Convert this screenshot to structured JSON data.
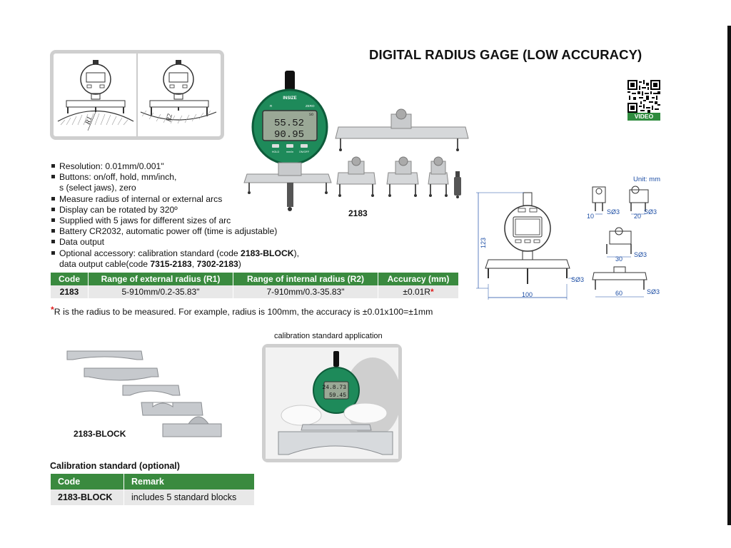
{
  "title": "DIGITAL RADIUS GAGE (LOW ACCURACY)",
  "video_label": "VIDEO",
  "features": [
    {
      "parts": [
        "Resolution: 0.01mm/0.001\""
      ]
    },
    {
      "parts": [
        "Buttons: on/off, hold, mm/inch,"
      ]
    },
    {
      "parts": [
        "s (select jaws), zero"
      ],
      "continuation": true
    },
    {
      "parts": [
        "Measure radius of internal or external arcs"
      ]
    },
    {
      "parts": [
        "Display can be rotated by 320º"
      ]
    },
    {
      "parts": [
        "Supplied with 5 jaws for different sizes of arc"
      ]
    },
    {
      "parts": [
        "Battery CR2032, automatic power off (time is adjustable)"
      ]
    },
    {
      "parts": [
        "Data output"
      ]
    },
    {
      "parts": [
        "Optional accessory: calibration standard (code ",
        "2183-BLOCK",
        "),"
      ]
    },
    {
      "parts": [
        "data output cable(code ",
        "7315-2183",
        ", ",
        "7302-2183",
        ")"
      ],
      "continuation": true
    }
  ],
  "spec_table": {
    "headers": [
      "Code",
      "Range of external radius (R1)",
      "Range of internal radius (R2)",
      "Accuracy (mm)"
    ],
    "rows": [
      [
        "2183",
        "5-910mm/0.2-35.83\"",
        "7-910mm/0.3-35.83\"",
        "±0.01R"
      ]
    ],
    "accuracy_mark": "*"
  },
  "note": {
    "mark": "*",
    "text": "R is the radius to be measured. For example, radius is 100mm, the accuracy is ±0.01x100=±1mm"
  },
  "product_code": "2183",
  "product_image": {
    "display_top": "55.52",
    "display_bottom": "90.95",
    "display_units": "SO",
    "brand": "INSIZE",
    "button_left": "R",
    "button_right": "ZERO",
    "button_1": "HOLD",
    "button_2": "mm/in",
    "button_3": "ON/OFF"
  },
  "schematic": {
    "label_r1": "R1",
    "label_r2": "R2"
  },
  "dimensions": {
    "unit_label": "Unit: mm",
    "height": "123",
    "width": "100",
    "tip": "SØ3",
    "jaw_widths": [
      "10",
      "20",
      "30",
      "60"
    ]
  },
  "calibration": {
    "caption": "calibration standard application",
    "block_label": "2183-BLOCK",
    "display_top": "24.8.73",
    "display_bottom": "59.45",
    "section_title": "Calibration standard (optional)",
    "headers": [
      "Code",
      "Remark"
    ],
    "rows": [
      [
        "2183-BLOCK",
        "includes 5 standard blocks"
      ]
    ]
  },
  "colors": {
    "brand_green": "#1e8a5a",
    "header_green": "#3a8a3f",
    "accent_red": "#e02020",
    "dimension_blue": "#1d4ea5"
  }
}
